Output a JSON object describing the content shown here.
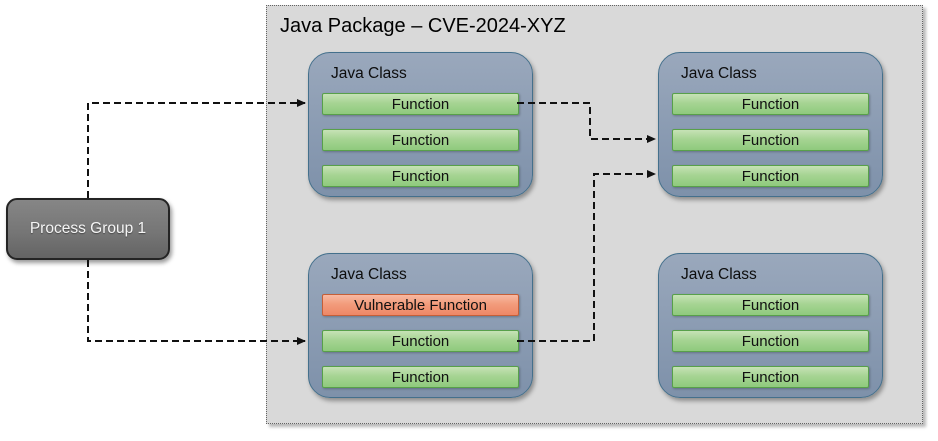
{
  "package": {
    "title": "Java Package – CVE-2024-XYZ",
    "fill_color": "#d9d9d9"
  },
  "process_group": {
    "label": "Process Group 1",
    "fill_color": "#757575"
  },
  "classes": [
    {
      "position": "top-left",
      "title": "Java Class",
      "functions": [
        "Function",
        "Function",
        "Function"
      ]
    },
    {
      "position": "top-right",
      "title": "Java Class",
      "functions": [
        "Function",
        "Function",
        "Function"
      ]
    },
    {
      "position": "bottom-left",
      "title": "Java Class",
      "functions": [
        "Vulnerable Function",
        "Function",
        "Function"
      ]
    },
    {
      "position": "bottom-right",
      "title": "Java Class",
      "functions": [
        "Function",
        "Function",
        "Function"
      ]
    }
  ],
  "colors": {
    "class_fill": "#8a9bb2",
    "class_border": "#44708c",
    "function_fill": "#9ccb86",
    "function_border": "#58a04a",
    "vulnerable_fill": "#f09a77",
    "vulnerable_border": "#c55f38",
    "connector": "#111111"
  },
  "connections": [
    {
      "from": "process-group-1",
      "to": "class-top-left.function-1"
    },
    {
      "from": "process-group-1",
      "to": "class-bottom-left.function-2"
    },
    {
      "from": "class-top-left.function-1",
      "to": "class-top-right.function-2"
    },
    {
      "from": "class-bottom-left.function-2",
      "to": "class-top-right.function-3"
    }
  ]
}
